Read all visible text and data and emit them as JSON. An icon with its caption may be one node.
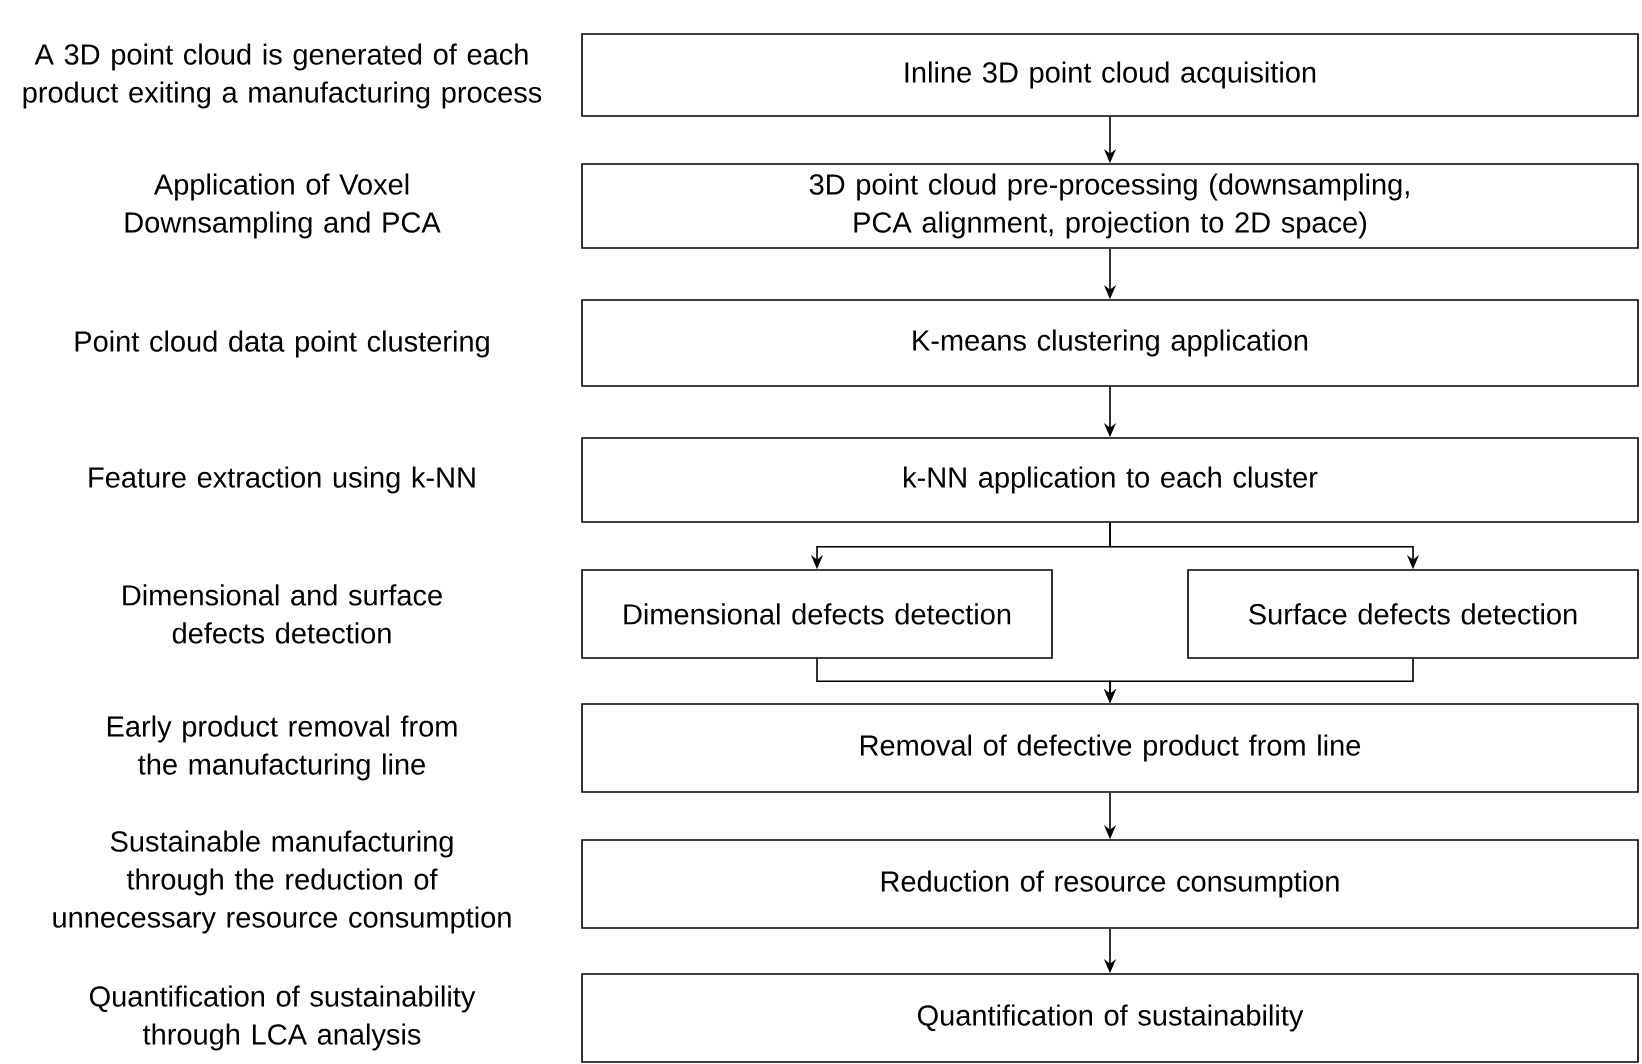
{
  "diagram": {
    "nodes": [
      {
        "text": [
          "Inline 3D point cloud acquisition"
        ]
      },
      {
        "text": [
          "3D point cloud pre-processing (downsampling, PCA alignment, projection to 2D space)"
        ]
      },
      {
        "text": [
          "K-means clustering application"
        ]
      },
      {
        "text": [
          "k-NN application to each cluster"
        ]
      },
      {
        "text": [
          "Dimensional defects detection"
        ]
      },
      {
        "text": [
          "Surface defects detection"
        ]
      },
      {
        "text": [
          "Removal of defective product from line"
        ]
      },
      {
        "text": [
          "Reduction of resource consumption"
        ]
      },
      {
        "text": [
          "Quantification of sustainability"
        ]
      }
    ],
    "edges": [
      {
        "from": 0,
        "to": 1,
        "arrow": "to"
      },
      {
        "from": 1,
        "to": 2,
        "arrow": "to"
      },
      {
        "from": 2,
        "to": 3,
        "arrow": "to"
      },
      {
        "from": 3,
        "to": 4,
        "arrow": "to"
      },
      {
        "from": 3,
        "to": 5,
        "arrow": "to"
      },
      {
        "from": 4,
        "to": 6,
        "arrow": "to"
      },
      {
        "from": 5,
        "to": 6,
        "arrow": "to"
      },
      {
        "from": 6,
        "to": 7,
        "arrow": "to"
      },
      {
        "from": 7,
        "to": 8,
        "arrow": "to"
      }
    ],
    "labels": [
      "A 3D point cloud is generated of each product exiting a manufacturing process",
      "Application of Voxel Downsampling and PCA",
      "Point cloud data point clustering",
      "Feature extraction using k-NN",
      "Dimensional and surface defects detection",
      "Early product removal from the manufacturing line",
      "Sustainable manufacturing through the reduction of unnecessary resource consumption",
      "Quantification of sustainability through LCA analysis"
    ]
  }
}
